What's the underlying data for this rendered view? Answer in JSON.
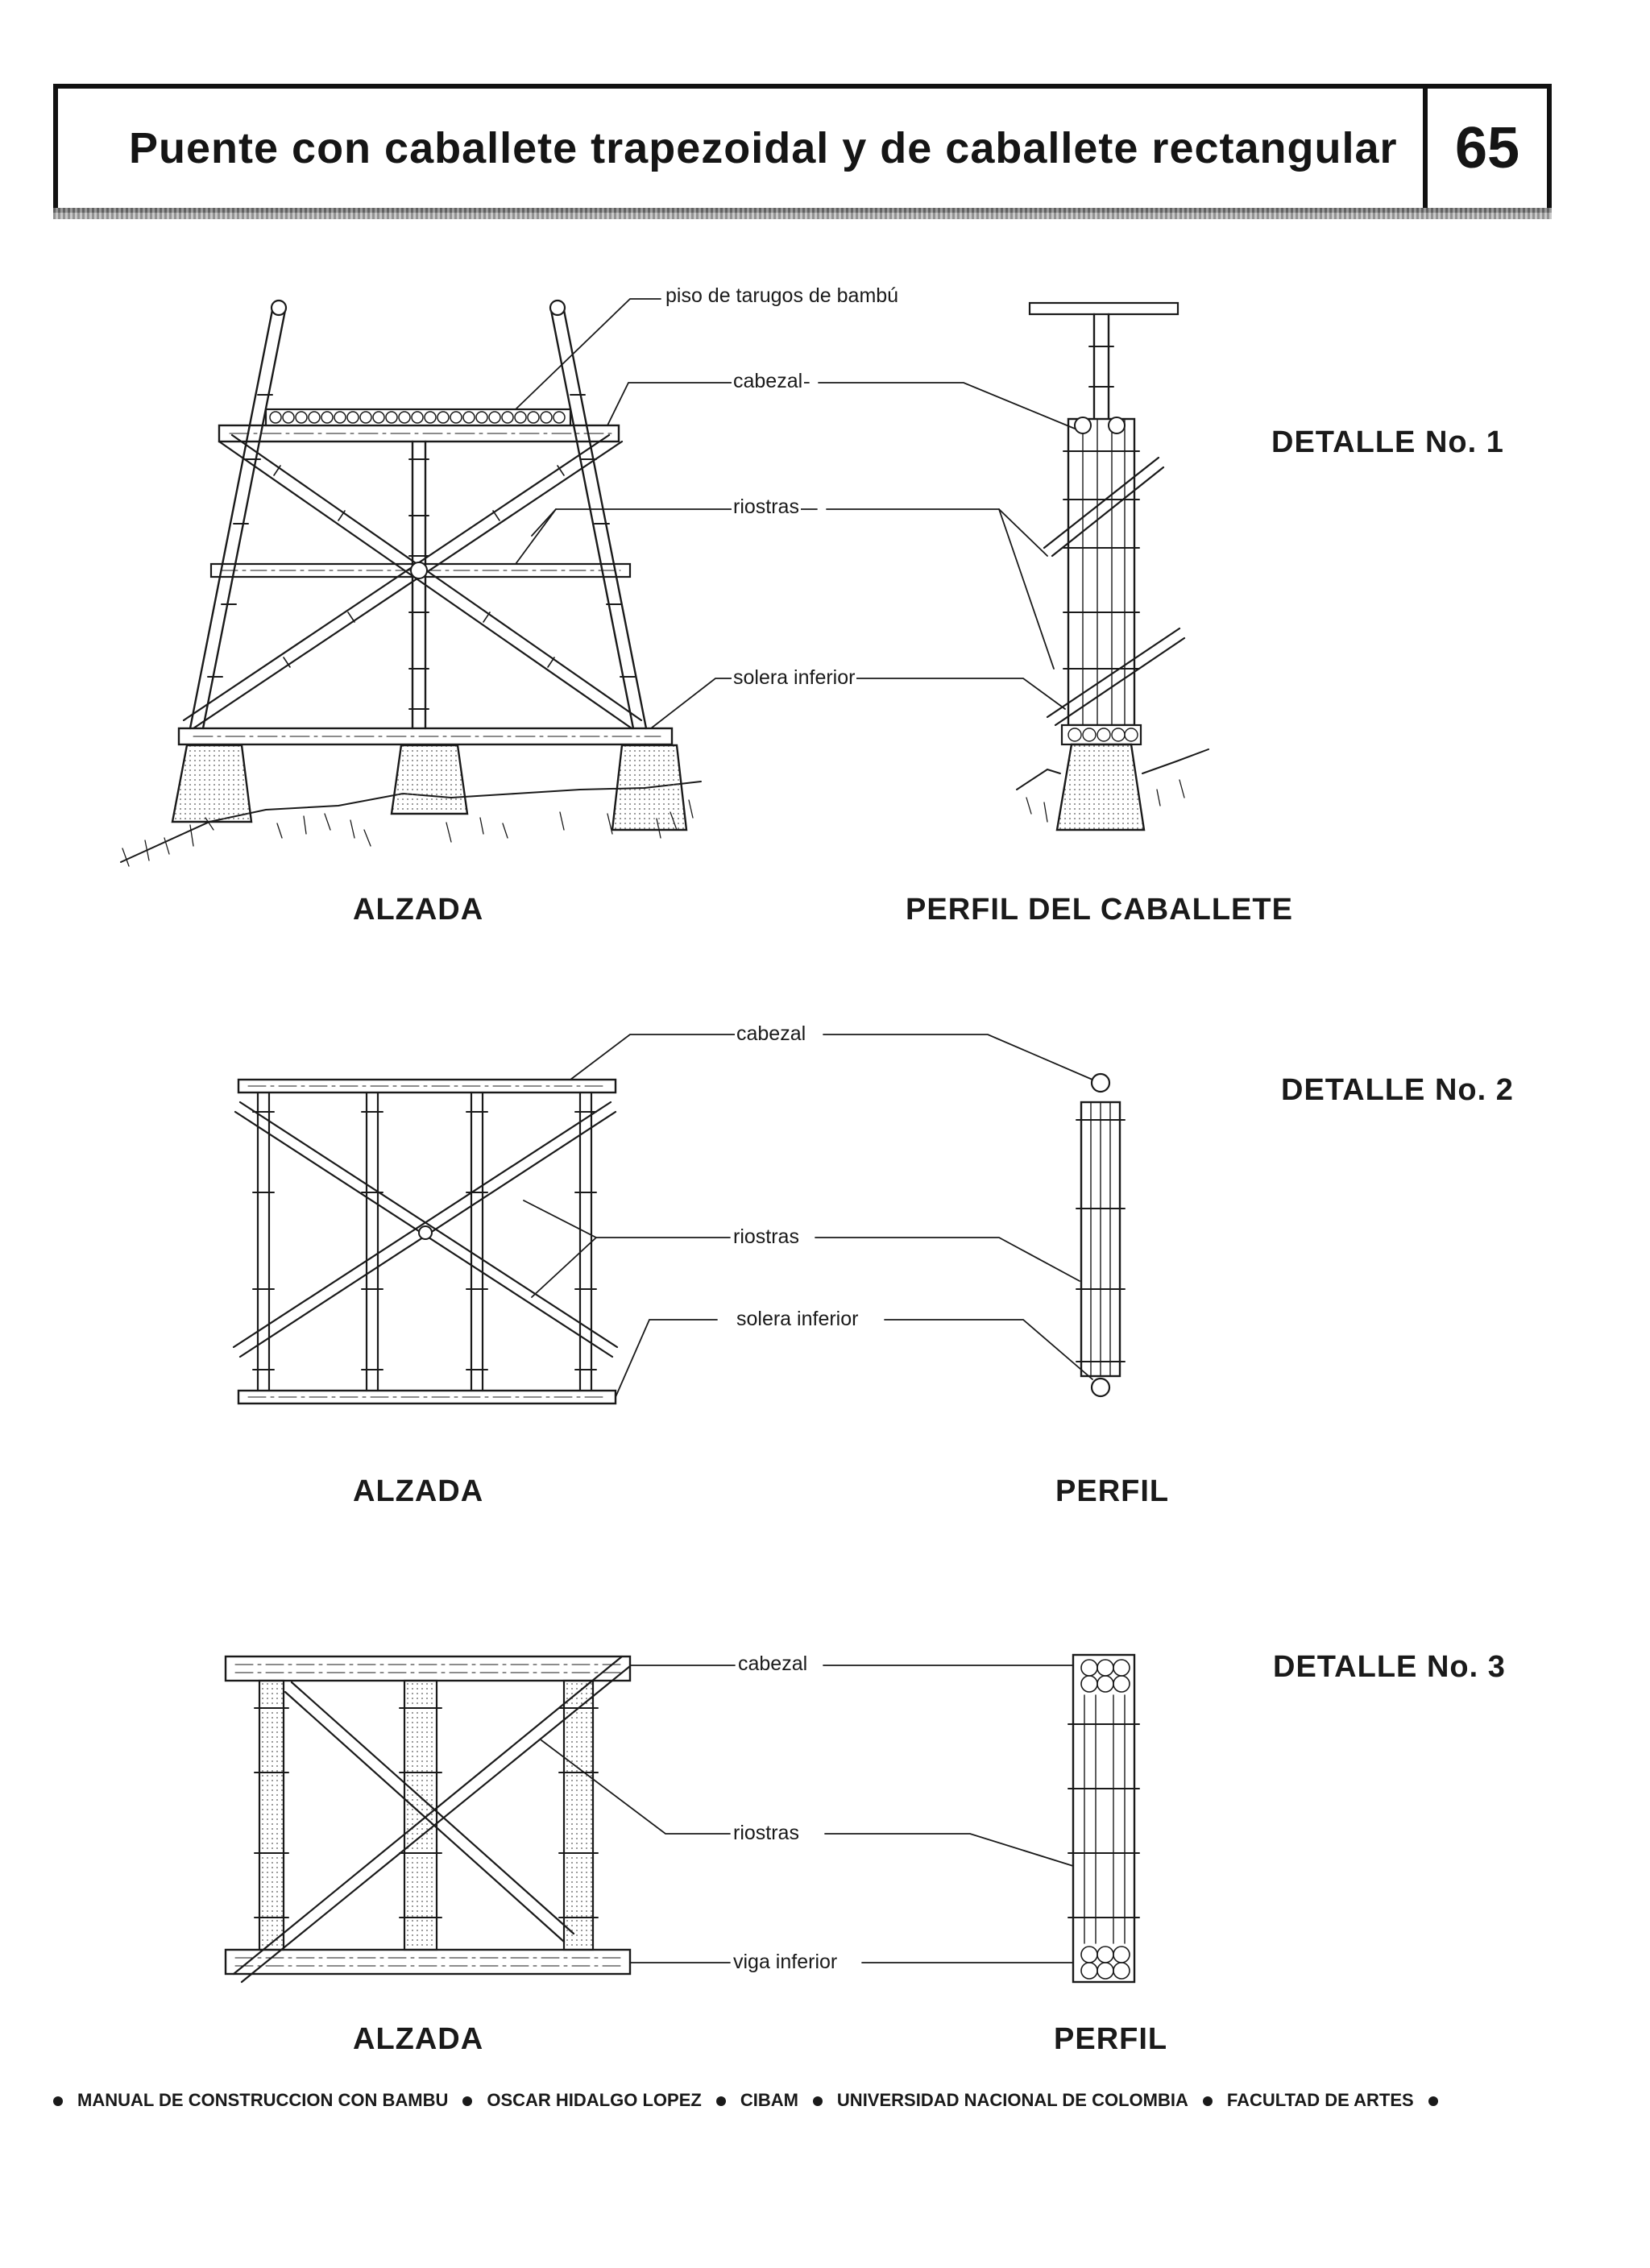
{
  "header": {
    "title": "Puente con caballete trapezoidal y de caballete rectangular",
    "page_number": "65"
  },
  "detail1": {
    "heading": "DETALLE No. 1",
    "caption_left": "ALZADA",
    "caption_right": "PERFIL DEL CABALLETE",
    "labels": {
      "floor": "piso de tarugos de bambú",
      "cap": "cabezal",
      "braces": "riostras",
      "sill": "solera inferior"
    }
  },
  "detail2": {
    "heading": "DETALLE No. 2",
    "caption_left": "ALZADA",
    "caption_right": "PERFIL",
    "labels": {
      "cap": "cabezal",
      "braces": "riostras",
      "sill": "solera inferior"
    }
  },
  "detail3": {
    "heading": "DETALLE No. 3",
    "caption_left": "ALZADA",
    "caption_right": "PERFIL",
    "labels": {
      "cap": "cabezal",
      "braces": "riostras",
      "beam": "viga inferior"
    }
  },
  "footer": {
    "items": [
      "MANUAL DE CONSTRUCCION CON BAMBU",
      "OSCAR HIDALGO LOPEZ",
      "CIBAM",
      "UNIVERSIDAD NACIONAL DE COLOMBIA",
      "FACULTAD DE ARTES"
    ]
  }
}
